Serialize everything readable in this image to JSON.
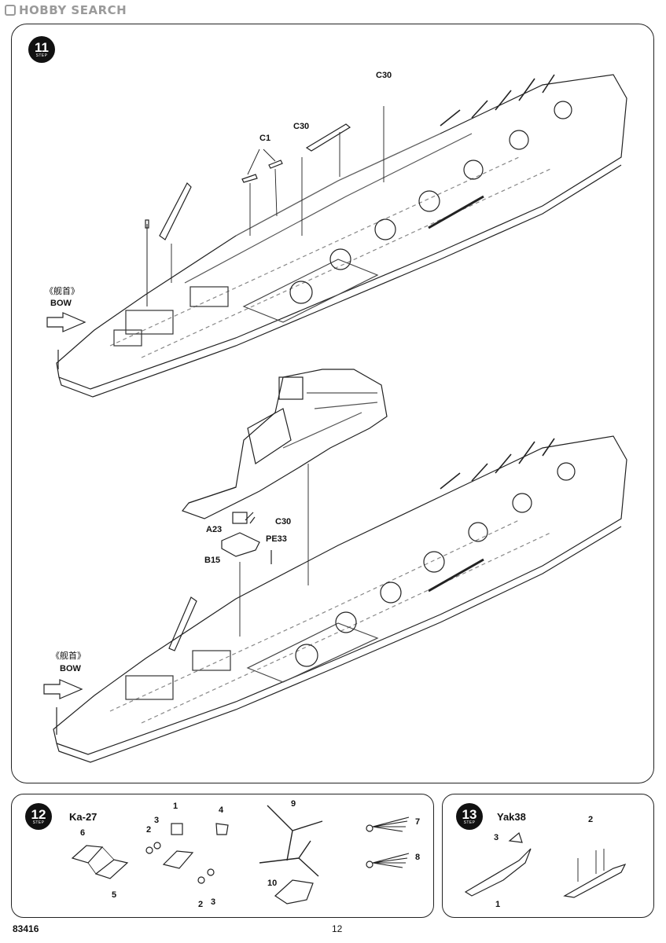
{
  "watermark": {
    "text": "HOBBY SEARCH"
  },
  "step11": {
    "number": "11",
    "step_word": "STEP",
    "part_labels": [
      "C30",
      "C1",
      "C30"
    ],
    "bow_cn": "《舰首》",
    "bow": "BOW"
  },
  "middle": {
    "part_labels": {
      "a23": "A23",
      "c30": "C30",
      "pe33": "PE33",
      "b15": "B15"
    },
    "bow_cn": "《舰首》",
    "bow": "BOW"
  },
  "step12": {
    "number": "12",
    "step_word": "STEP",
    "title": "Ka-27",
    "part_numbers": [
      "6",
      "5",
      "1",
      "4",
      "2",
      "3",
      "2",
      "3",
      "9",
      "10",
      "7",
      "8"
    ]
  },
  "step13": {
    "number": "13",
    "step_word": "STEP",
    "title": "Yak38",
    "part_numbers": [
      "3",
      "1",
      "2"
    ]
  },
  "footer": {
    "code": "83416",
    "page": "12"
  }
}
